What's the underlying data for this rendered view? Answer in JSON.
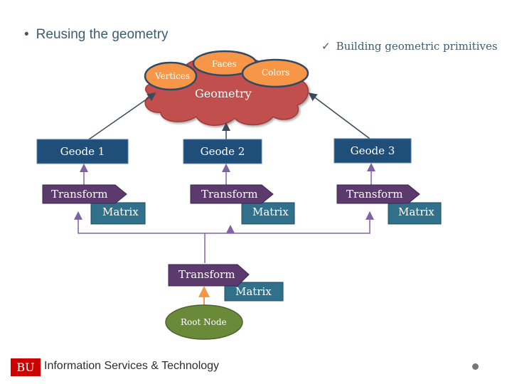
{
  "slide": {
    "title": "Reusing the geometry",
    "title_bullet": "•",
    "subtitle": "Building geometric primitives",
    "subtitle_check": "✓"
  },
  "cloud": {
    "label": "Geometry",
    "vertices": "Vertices",
    "faces": "Faces",
    "colors": "Colors"
  },
  "geodes": [
    "Geode 1",
    "Geode 2",
    "Geode 3"
  ],
  "transforms": [
    {
      "line1": "Transform",
      "line2": "Matrix"
    },
    {
      "line1": "Transform",
      "line2": "Matrix"
    },
    {
      "line1": "Transform",
      "line2": "Matrix"
    },
    {
      "line1": "Transform",
      "line2": "Matrix"
    }
  ],
  "root": {
    "label": "Root Node"
  },
  "footer": {
    "logo": "BU",
    "text": "Information Services & Technology"
  },
  "colors": {
    "cloud": "#c0504d",
    "ellipse": "#f79646",
    "node_blue": "#1f4e79",
    "arrow_purple": "#8064a2",
    "dark_line": "#384a5b",
    "root_green": "#6a8a3a",
    "tf_purple": "#5c3a6e",
    "tf_teal": "#31708a"
  }
}
